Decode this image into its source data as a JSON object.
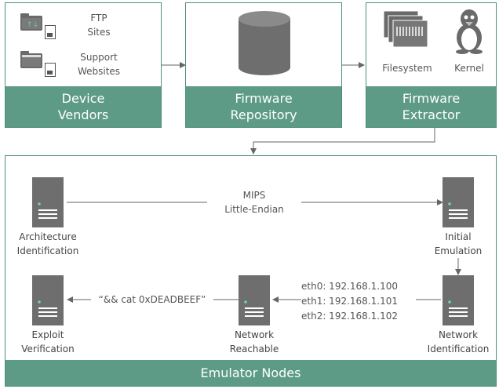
{
  "vendors": {
    "title": "Device\nVendors",
    "ftp_label": "FTP\nSites",
    "support_label": "Support\nWebsites"
  },
  "repository": {
    "title": "Firmware\nRepository"
  },
  "extractor": {
    "title": "Firmware\nExtractor",
    "filesystem_label": "Filesystem",
    "kernel_label": "Kernel"
  },
  "emulator": {
    "title": "Emulator Nodes",
    "nodes": {
      "arch": "Architecture\nIdentification",
      "initial": "Initial\nEmulation",
      "network_id": "Network\nIdentification",
      "reachable": "Network\nReachable",
      "exploit": "Exploit\nVerification"
    },
    "edges": {
      "arch_to_initial": "MIPS\nLittle-Endian",
      "netid_to_reachable": [
        "eth0: 192.168.1.100",
        "eth1: 192.168.1.101",
        "eth2: 192.168.1.102"
      ],
      "reachable_to_exploit": "“&& cat 0xDEADBEEF”"
    }
  },
  "colors": {
    "accent": "#5d9b86",
    "border": "#4e8f7a",
    "server": "#6e6e6e"
  }
}
